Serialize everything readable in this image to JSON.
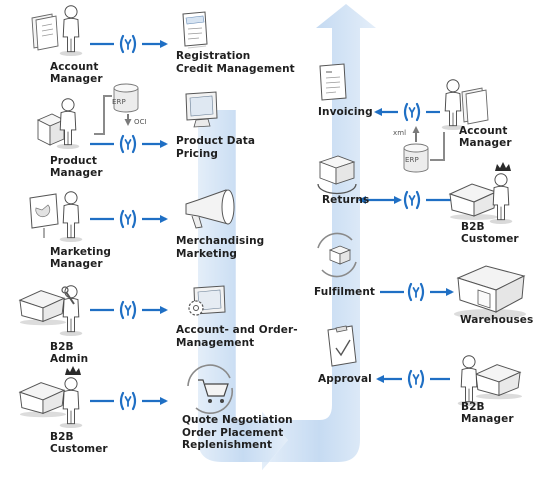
{
  "roles": {
    "account_manager_left": [
      "Account",
      "Manager"
    ],
    "product_manager": [
      "Product",
      "Manager"
    ],
    "marketing_manager": [
      "Marketing",
      "Manager"
    ],
    "b2b_admin": [
      "B2B",
      "Admin"
    ],
    "b2b_customer_left": [
      "B2B",
      "Customer"
    ],
    "account_manager_right": [
      "Account",
      "Manager"
    ],
    "b2b_customer_right": [
      "B2B",
      "Customer"
    ],
    "b2b_manager": [
      "B2B",
      "Manager"
    ]
  },
  "functions_left": {
    "registration": [
      "Registration",
      "Credit Management"
    ],
    "product_data": [
      "Product Data",
      "Pricing"
    ],
    "merchandising": [
      "Merchandising",
      "Marketing"
    ],
    "account_order": [
      "Account- and Order-",
      "Management"
    ],
    "quote": [
      "Quote Negotiation",
      "Order Placement",
      "Replenishment"
    ]
  },
  "functions_right": {
    "invoicing": "Invoicing",
    "returns": "Returns",
    "fulfilment": "Fulfilment",
    "approval": "Approval",
    "warehouses": "Warehouses"
  },
  "small_labels": {
    "erp": "ERP",
    "oci": "OCI",
    "xml": "xml"
  },
  "connector_symbol": "(y)",
  "colors": {
    "accent": "#1f6fc4",
    "flow": "#c9dcf1",
    "figure": "#ffffff",
    "outline": "#4a4a4a"
  }
}
